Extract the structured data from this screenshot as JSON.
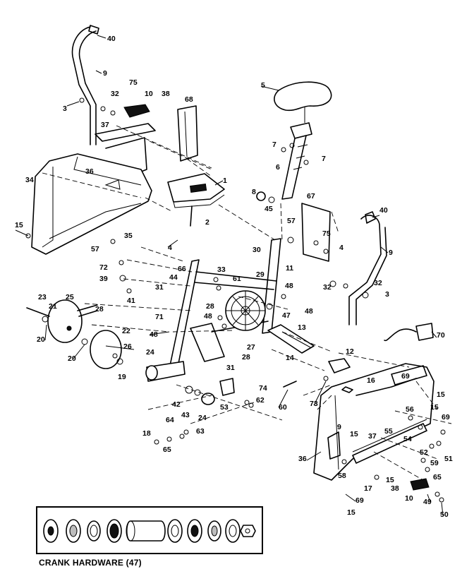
{
  "caption": "CRANK HARDWARE (47)",
  "labels": {
    "l40a": "40",
    "l9a": "9",
    "l75": "75",
    "l32a": "32",
    "l10a": "10",
    "l38a": "38",
    "l3a": "3",
    "l37a": "37",
    "l36a": "36",
    "l34": "34",
    "l15a": "15",
    "l68": "68",
    "l5": "5",
    "l7a": "7",
    "l7b": "7",
    "l6": "6",
    "l1": "1",
    "l8": "8",
    "l45": "45",
    "l2": "2",
    "l67": "67",
    "l57a": "57",
    "l75b": "75",
    "l4a": "4",
    "l4b": "4",
    "l40b": "40",
    "l9b": "9",
    "l35": "35",
    "l57b": "57",
    "l72": "72",
    "l39": "39",
    "l66": "66",
    "l44": "44",
    "l33": "33",
    "l30": "30",
    "l11": "11",
    "l61": "61",
    "l29": "29",
    "l32b": "32",
    "l32c": "32",
    "l3b": "3",
    "l31a": "31",
    "l41": "41",
    "l23": "23",
    "l25": "25",
    "l21": "21",
    "l28a": "28",
    "l28b": "28",
    "l48a": "48",
    "l48b": "48",
    "l48c": "48",
    "l48d": "48",
    "l47": "47",
    "l71": "71",
    "l20a": "20",
    "l20b": "20",
    "l22": "22",
    "l26": "26",
    "l19": "19",
    "l24a": "24",
    "l27": "27",
    "l28c": "28",
    "l13": "13",
    "l14": "14",
    "l12": "12",
    "l70": "70",
    "l31b": "31",
    "l74": "74",
    "l42": "42",
    "l43": "43",
    "l24b": "24",
    "l53": "53",
    "l62": "62",
    "l60": "60",
    "l73": "73",
    "l16": "16",
    "l69a": "69",
    "l15b": "15",
    "l15c": "15",
    "l56": "56",
    "l55": "55",
    "l69b": "69",
    "l18": "18",
    "l64": "64",
    "l63": "63",
    "l65a": "65",
    "l9c": "9",
    "l15d": "15",
    "l37b": "37",
    "l54": "54",
    "l52": "52",
    "l51": "51",
    "l59": "59",
    "l65b": "65",
    "l36b": "36",
    "l58": "58",
    "l15e": "15",
    "l17": "17",
    "l38b": "38",
    "l10b": "10",
    "l49": "49",
    "l50": "50",
    "l69c": "69",
    "l15f": "15"
  }
}
